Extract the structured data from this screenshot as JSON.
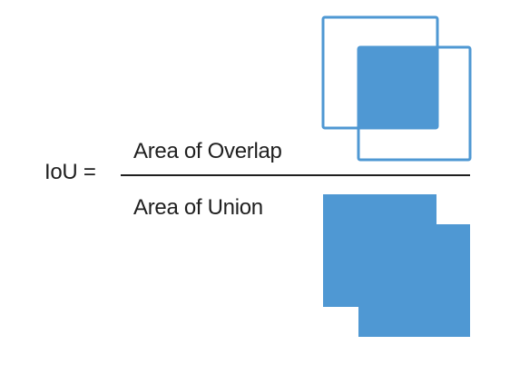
{
  "formula": {
    "lhs": "IoU =",
    "numerator": "Area of Overlap",
    "denominator": "Area of Union"
  },
  "colors": {
    "box_fill": "#4f98d3",
    "box_stroke": "#4f98d3",
    "text": "#1f1f1f"
  }
}
